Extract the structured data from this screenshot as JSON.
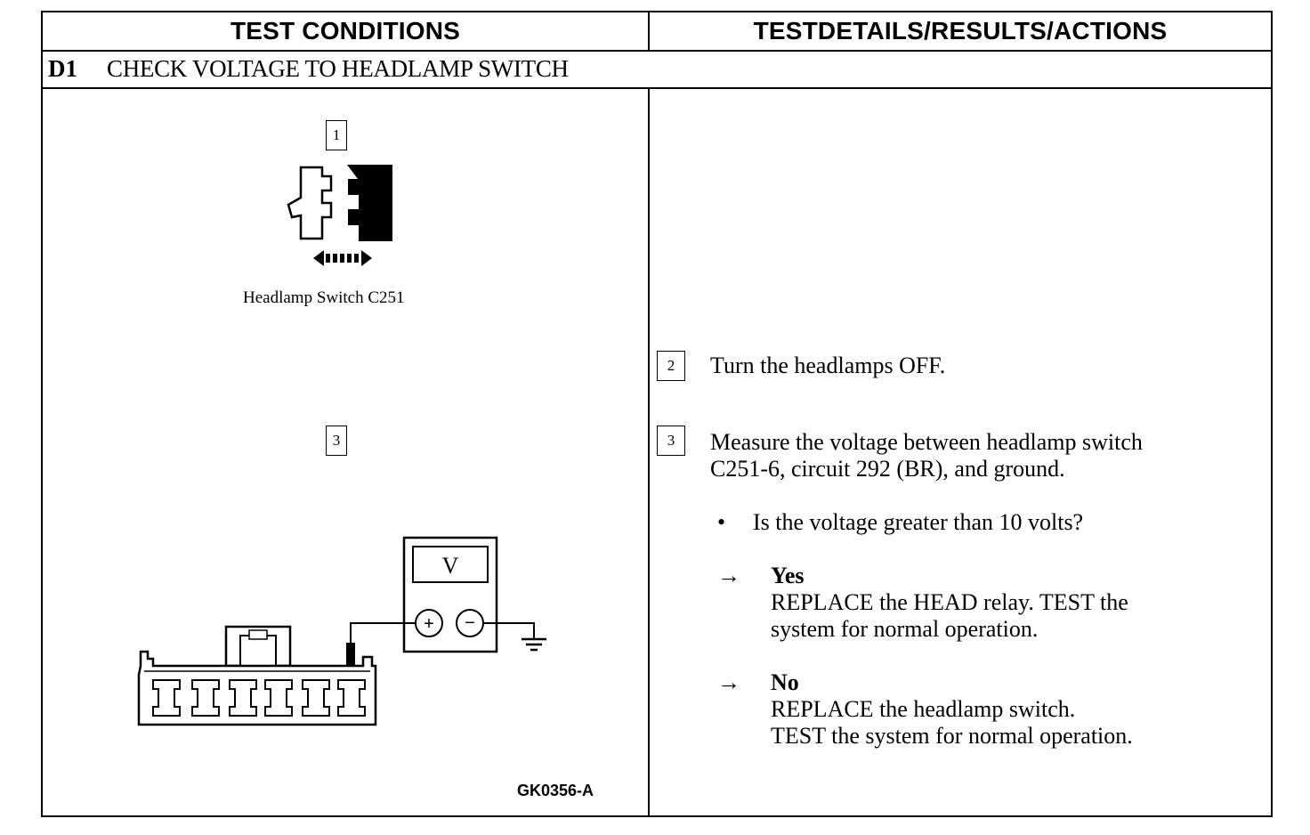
{
  "header": {
    "left_title": "TEST CONDITIONS",
    "right_title": "TESTDETAILS/RESULTS/ACTIONS"
  },
  "step": {
    "id": "D1",
    "title": "CHECK VOLTAGE TO HEADLAMP SWITCH"
  },
  "left_panel": {
    "figure1_num": "1",
    "figure1_caption": "Headlamp Switch C251",
    "figure3_num": "3",
    "meter_label": "V",
    "meter_plus": "+",
    "meter_minus": "−",
    "figure_id": "GK0356-A"
  },
  "right_panel": {
    "step2": {
      "num": "2",
      "text": "Turn the headlamps OFF."
    },
    "step3": {
      "num": "3",
      "line1": "Measure the voltage between headlamp switch",
      "line2": "C251-6, circuit 292 (BR), and ground."
    },
    "question": {
      "bullet": "•",
      "text": "Is the voltage greater than 10 volts?"
    },
    "yes": {
      "arrow": "→",
      "label": "Yes",
      "line1": "REPLACE the HEAD relay. TEST the",
      "line2": "system for normal operation."
    },
    "no": {
      "arrow": "→",
      "label": "No",
      "line1": "REPLACE the headlamp switch.",
      "line2": "TEST the system for normal operation."
    }
  }
}
